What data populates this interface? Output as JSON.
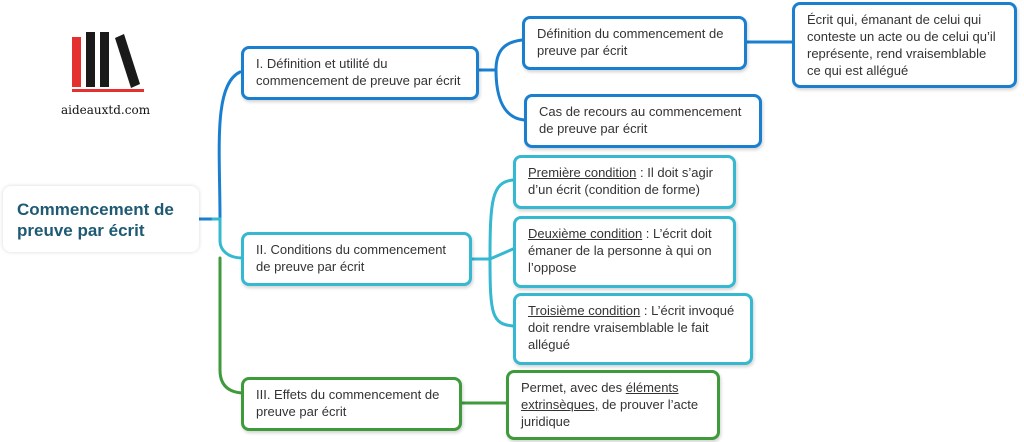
{
  "logo": {
    "text": "aideauxtd.com",
    "icon": "books-logo-icon"
  },
  "colors": {
    "blue": "#1b7fd0",
    "teal": "#35b8d0",
    "green": "#3f9a3c",
    "root_text": "#1e5a73"
  },
  "root": {
    "label": "Commencement de preuve par écrit"
  },
  "sections": [
    {
      "label": "I. Définition et utilité du commencement de preuve par écrit"
    },
    {
      "label": "II. Conditions du commencement de preuve par écrit"
    },
    {
      "label": "III. Effets du commencement de preuve par écrit"
    }
  ],
  "definition": {
    "label": "Définition du commencement de preuve par écrit"
  },
  "definition_detail": {
    "label": "Écrit qui, émanant de celui qui conteste un acte ou de celui qu’il représente, rend vraisemblable ce qui est allégué"
  },
  "recours": {
    "label": "Cas de recours au commencement de preuve par écrit"
  },
  "conditions": [
    {
      "title": "Première condition",
      "text": " : Il doit s’agir d’un écrit (condition de forme)"
    },
    {
      "title": "Deuxième condition",
      "text": " : L’écrit doit émaner de la personne à qui on l’oppose"
    },
    {
      "title": "Troisième condition",
      "text": " : L’écrit invoqué doit rendre vraisemblable le fait allégué"
    }
  ],
  "effect": {
    "prefix": "Permet, avec des ",
    "link": "éléments extrinsèques,",
    "suffix": " de prouver l’acte juridique"
  }
}
